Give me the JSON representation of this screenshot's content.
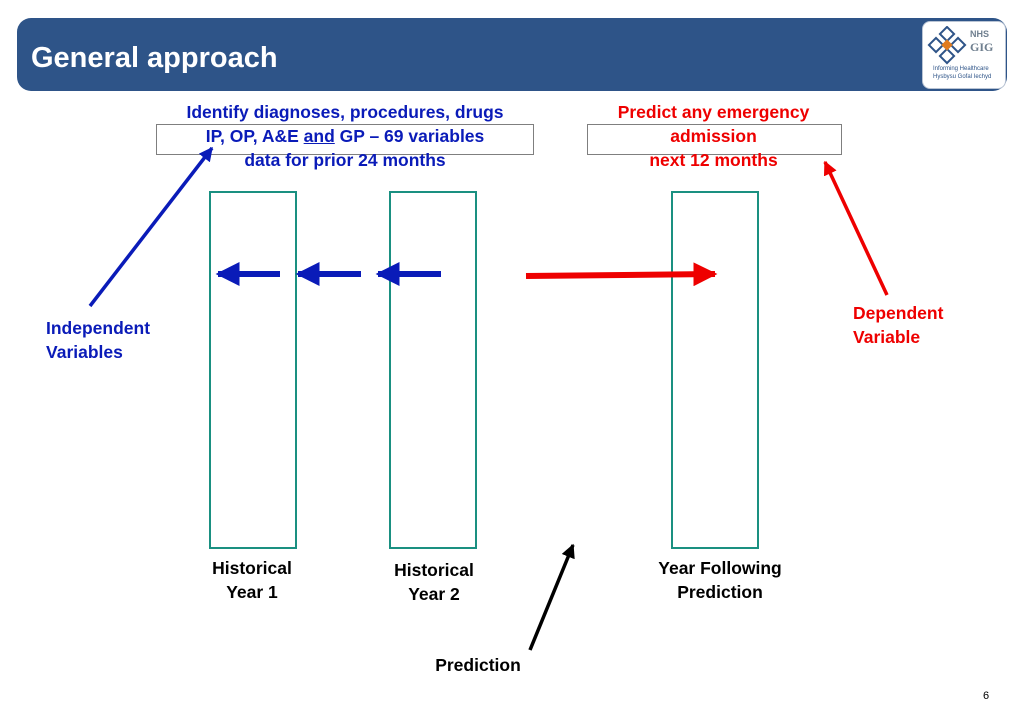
{
  "header": {
    "title": "General approach",
    "logo": {
      "line1": "NHS",
      "line2": "GIG",
      "sub1": "Informing Healthcare",
      "sub2": "Hysbysu Gofal Iechyd",
      "icon": "diamond-cluster-icon"
    }
  },
  "independent_note": {
    "line1": "Identify diagnoses, procedures, drugs",
    "line2_pre": "IP, OP, A&E ",
    "line2_u": "and",
    "line2_post": " GP – 69 variables",
    "line3": "data for prior 24 months"
  },
  "dependent_note": {
    "line1": "Predict any emergency",
    "line2": "admission",
    "line3": "next 12 months"
  },
  "labels": {
    "independent": [
      "Independent",
      "Variables"
    ],
    "dependent": [
      "Dependent",
      "Variable"
    ],
    "hist1": [
      "Historical",
      "Year 1"
    ],
    "hist2": [
      "Historical",
      "Year 2"
    ],
    "following": [
      "Year Following",
      "Prediction"
    ],
    "prediction": "Prediction"
  },
  "colors": {
    "blue": "#0a1bb8",
    "red": "#ee0000",
    "teal": "#1a9081",
    "header": "#2e5488"
  },
  "page_number": "6"
}
